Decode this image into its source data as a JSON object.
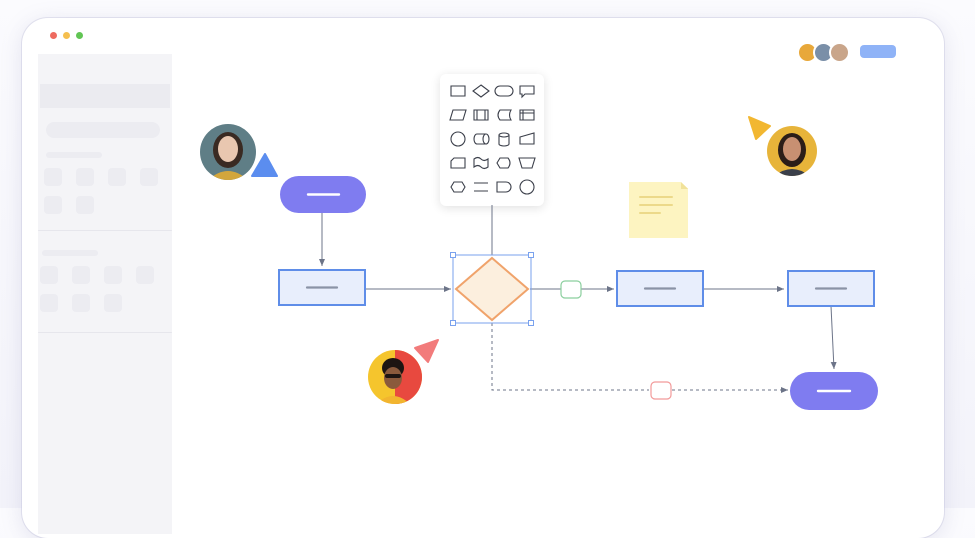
{
  "window": {
    "traffic_lights": [
      "#ee6b60",
      "#f5bf4f",
      "#61c554"
    ]
  },
  "toolbar": {
    "share_button_color": "#8fb3f7",
    "collaborators": [
      {
        "name": "avatar-1",
        "color": "#e8a83a"
      },
      {
        "name": "avatar-2",
        "color": "#7a8fa8"
      },
      {
        "name": "avatar-3",
        "color": "#c9a58a"
      }
    ]
  },
  "shape_palette": {
    "icons": [
      "rectangle-icon",
      "diamond-icon",
      "rounded-rect-icon",
      "callout-icon",
      "parallelogram-icon",
      "process-icon",
      "stored-data-icon",
      "internal-storage-icon",
      "circle-icon",
      "direct-access-icon",
      "database-icon",
      "manual-input-icon",
      "card-icon",
      "tape-icon",
      "display-icon",
      "manual-operation-icon",
      "hexagon-icon",
      "line-icon",
      "delay-icon",
      "ellipse-icon"
    ]
  },
  "flowchart": {
    "colors": {
      "terminator": "#7f7cf0",
      "process_fill": "#e8eefc",
      "process_stroke": "#5f8de8",
      "decision_fill": "#fcefde",
      "decision_stroke": "#f0a36b",
      "connector": "#6c7488",
      "label_green": "#8bcf9e",
      "label_red": "#f29a9a"
    }
  },
  "cursors": [
    {
      "name": "blue-cursor-icon",
      "color": "#5b8def"
    },
    {
      "name": "yellow-cursor-icon",
      "color": "#f2b731"
    },
    {
      "name": "red-cursor-icon",
      "color": "#f27b7b"
    }
  ],
  "sticky_note": {
    "color": "#fdf4c1"
  }
}
